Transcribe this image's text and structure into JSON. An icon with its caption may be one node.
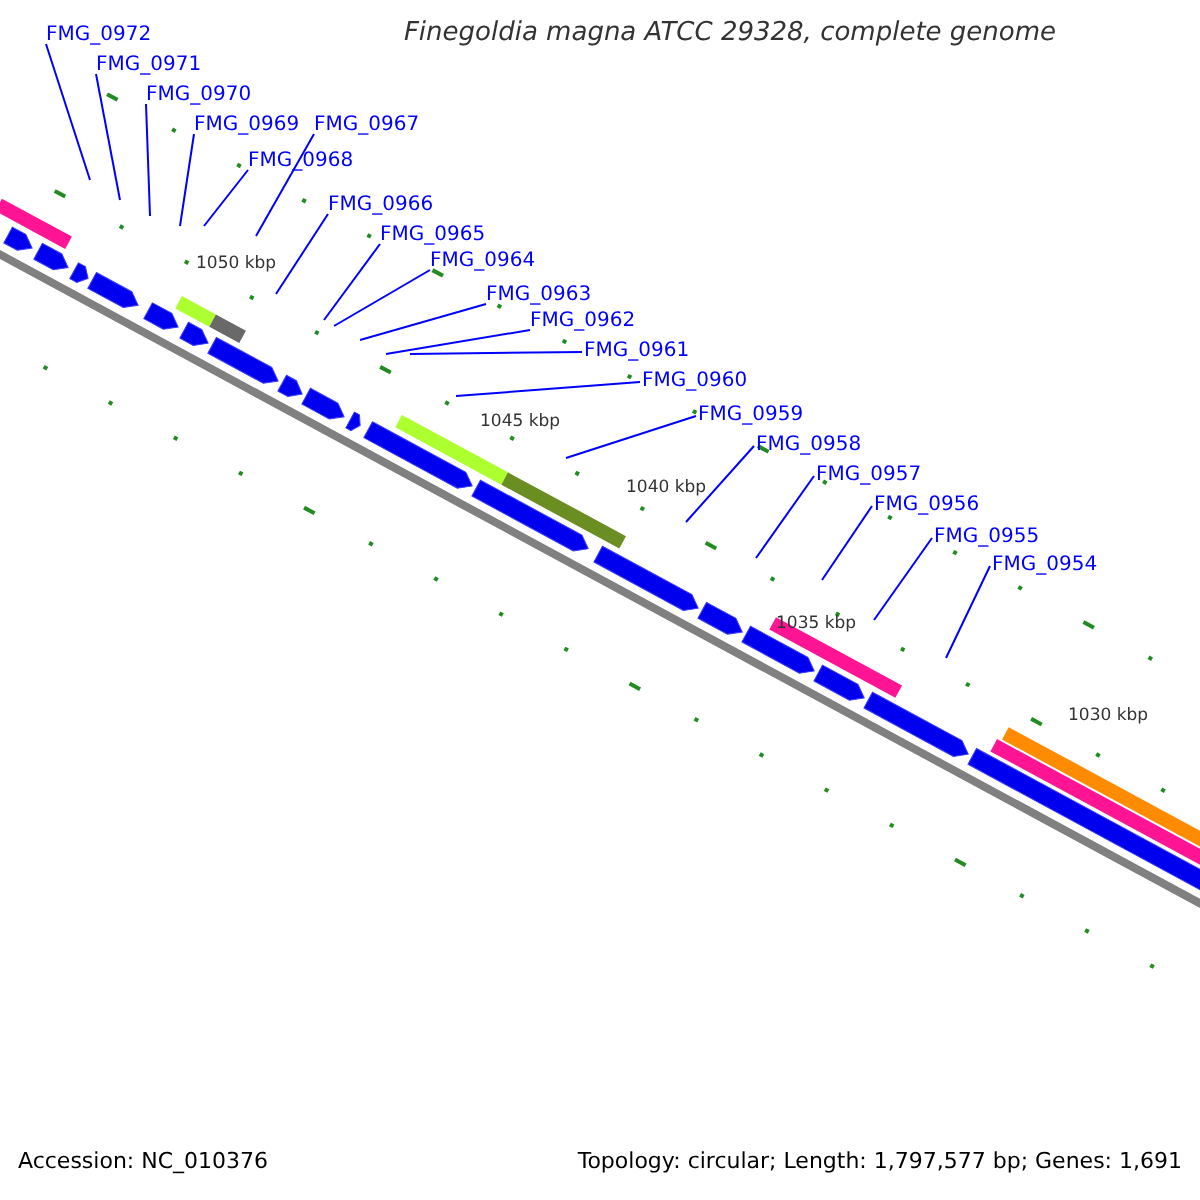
{
  "diagram": {
    "title": "Finegoldia magna ATCC 29328, complete genome",
    "nodes": [
      {
        "text": [
          "FMG_0972"
        ]
      },
      {
        "text": [
          "FMG_0971"
        ]
      },
      {
        "text": [
          "FMG_0970"
        ]
      },
      {
        "text": [
          "FMG_0969"
        ]
      },
      {
        "text": [
          "FMG_0968"
        ]
      },
      {
        "text": [
          "FMG_0967"
        ]
      },
      {
        "text": [
          "FMG_0966"
        ]
      },
      {
        "text": [
          "FMG_0965"
        ]
      },
      {
        "text": [
          "FMG_0964"
        ]
      },
      {
        "text": [
          "FMG_0963"
        ]
      },
      {
        "text": [
          "FMG_0962"
        ]
      },
      {
        "text": [
          "FMG_0961"
        ]
      },
      {
        "text": [
          "FMG_0960"
        ]
      },
      {
        "text": [
          "FMG_0959"
        ]
      },
      {
        "text": [
          "FMG_0958"
        ]
      },
      {
        "text": [
          "FMG_0957"
        ]
      },
      {
        "text": [
          "FMG_0956"
        ]
      },
      {
        "text": [
          "FMG_0955"
        ]
      },
      {
        "text": [
          "FMG_0954"
        ]
      }
    ],
    "edges": [
      {
        "from": 0,
        "to": null,
        "arrow": "none"
      },
      {
        "from": 1,
        "to": null,
        "arrow": "none"
      },
      {
        "from": 2,
        "to": null,
        "arrow": "none"
      },
      {
        "from": 3,
        "to": null,
        "arrow": "none"
      },
      {
        "from": 4,
        "to": null,
        "arrow": "none"
      },
      {
        "from": 5,
        "to": null,
        "arrow": "none"
      },
      {
        "from": 6,
        "to": null,
        "arrow": "none"
      },
      {
        "from": 7,
        "to": null,
        "arrow": "none"
      },
      {
        "from": 8,
        "to": null,
        "arrow": "none"
      },
      {
        "from": 9,
        "to": null,
        "arrow": "none"
      },
      {
        "from": 10,
        "to": null,
        "arrow": "none"
      },
      {
        "from": 11,
        "to": null,
        "arrow": "none"
      },
      {
        "from": 12,
        "to": null,
        "arrow": "none"
      },
      {
        "from": 13,
        "to": null,
        "arrow": "none"
      },
      {
        "from": 14,
        "to": null,
        "arrow": "none"
      },
      {
        "from": 15,
        "to": null,
        "arrow": "none"
      },
      {
        "from": 16,
        "to": null,
        "arrow": "none"
      },
      {
        "from": 17,
        "to": null,
        "arrow": "none"
      },
      {
        "from": 18,
        "to": null,
        "arrow": "none"
      }
    ],
    "labels": [
      "1050 kbp",
      "1045 kbp",
      "1040 kbp",
      "1035 kbp",
      "1030 kbp",
      "Accession: NC_010376",
      "Topology: circular; Length: 1,797,577 bp; Genes: 1,691"
    ]
  }
}
